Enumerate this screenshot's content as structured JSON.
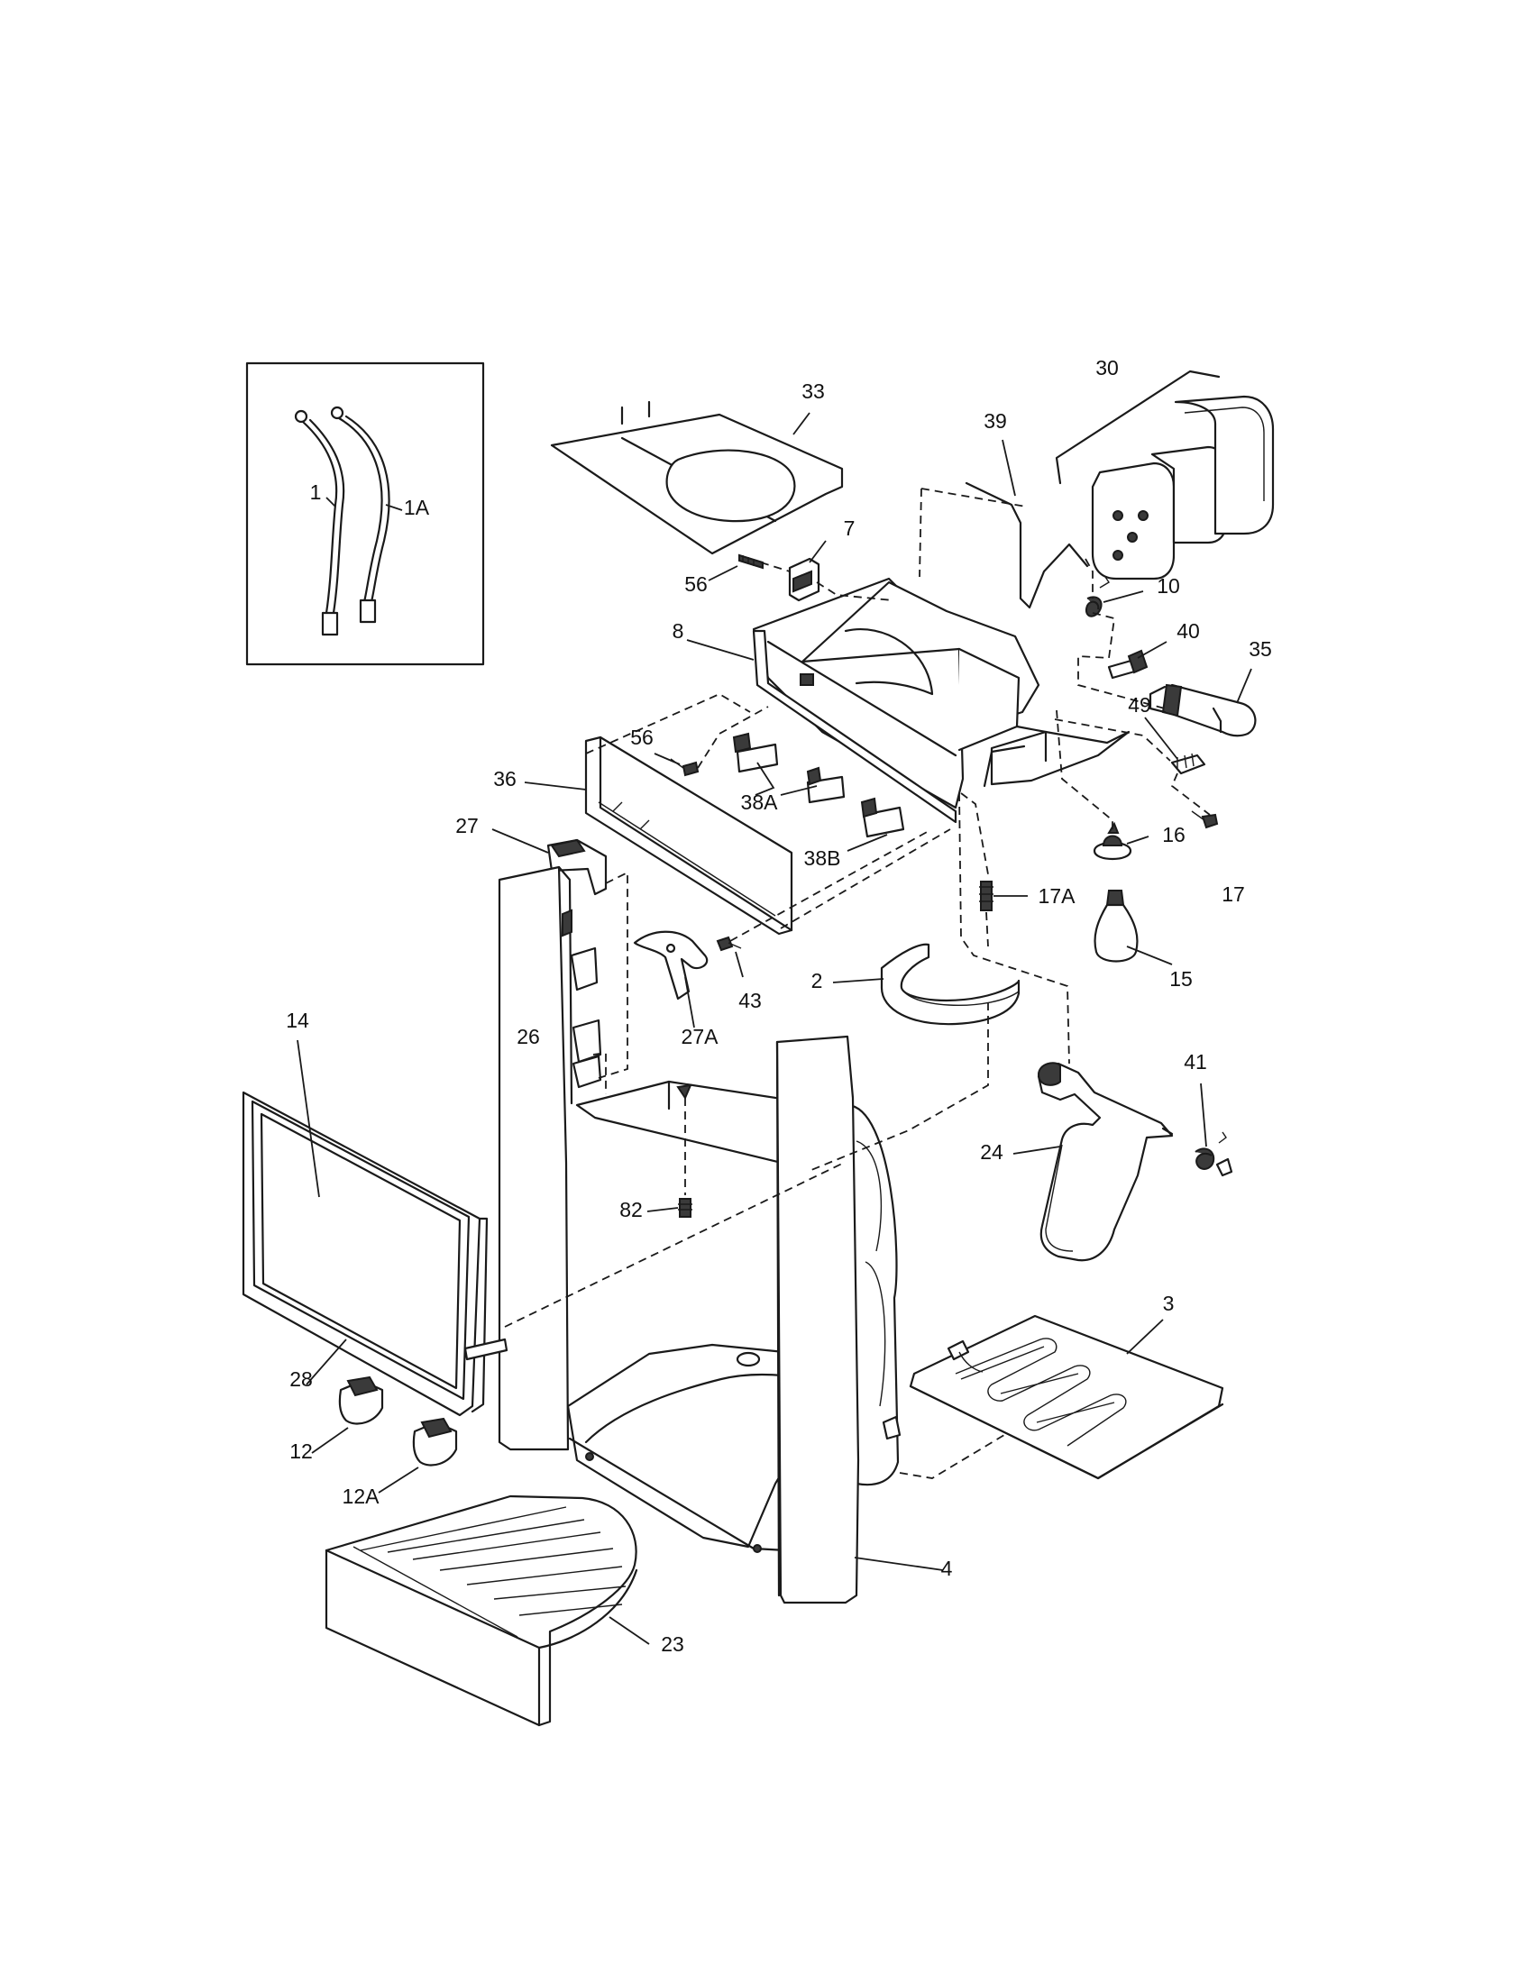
{
  "labels": {
    "p1": "1",
    "p1a": "1A",
    "p33": "33",
    "p30": "30",
    "p39": "39",
    "p7": "7",
    "p56a": "56",
    "p10": "10",
    "p8": "8",
    "p40": "40",
    "p35": "35",
    "p49": "49",
    "p56b": "56",
    "p36": "36",
    "p38a": "38A",
    "p27": "27",
    "p38b": "38B",
    "p16": "16",
    "p17": "17",
    "p17a": "17A",
    "p43": "43",
    "p2": "2",
    "p15": "15",
    "p27a": "27A",
    "p26": "26",
    "p14": "14",
    "p41": "41",
    "p24": "24",
    "p82": "82",
    "p3": "3",
    "p28": "28",
    "p12": "12",
    "p12a": "12A",
    "p4": "4",
    "p23": "23"
  }
}
